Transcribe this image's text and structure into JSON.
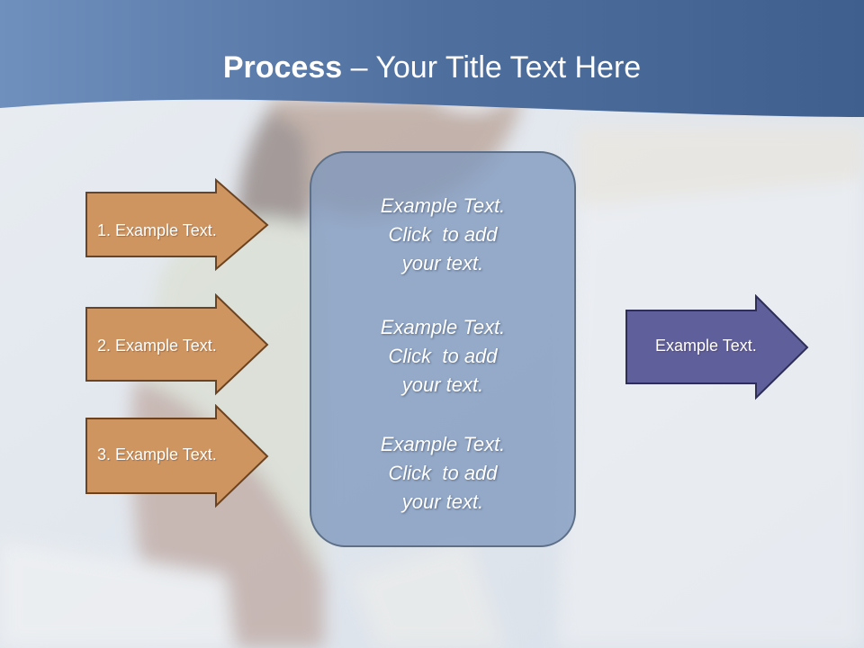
{
  "slide": {
    "title_bold": "Process",
    "title_rest": " – Your Title Text Here"
  },
  "process": {
    "inputs": [
      {
        "label": "1. Example Text."
      },
      {
        "label": "2. Example Text."
      },
      {
        "label": "3. Example Text."
      }
    ],
    "center_items": [
      {
        "line1": "Example Text.",
        "line2": "Click  to add",
        "line3": "your text."
      },
      {
        "line1": "Example Text.",
        "line2": "Click  to add",
        "line3": "your text."
      },
      {
        "line1": "Example Text.",
        "line2": "Click  to add",
        "line3": "your text."
      }
    ],
    "output": {
      "label": "Example Text."
    }
  },
  "colors": {
    "header_blue": "#4a6a98",
    "input_arrow_fill": "#cf9561",
    "input_arrow_stroke": "#6b4320",
    "center_fill": "#7f98be",
    "output_arrow_fill": "#5f5f9c",
    "output_arrow_stroke": "#2e2e57"
  }
}
